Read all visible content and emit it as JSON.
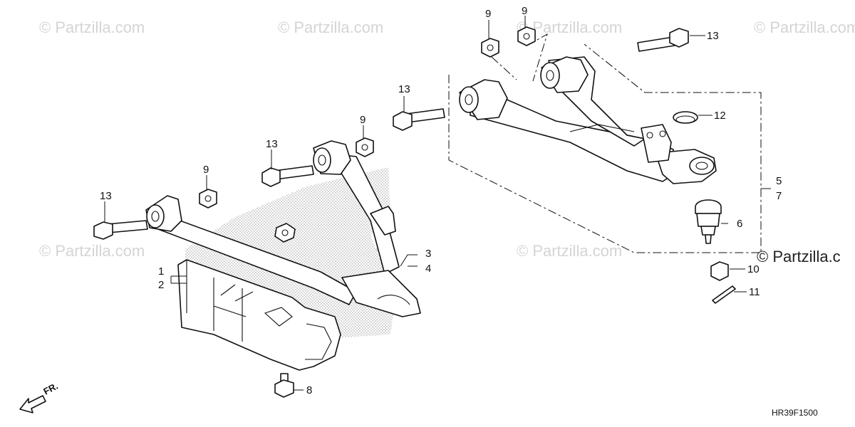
{
  "watermark": {
    "text": "© Partzilla.com",
    "corner_text": "© Partzilla.c"
  },
  "diagram_code": "HR39F1500",
  "front_marker": "FR.",
  "callouts": {
    "c1": "1",
    "c2": "2",
    "c3": "3",
    "c4": "4",
    "c5": "5",
    "c6": "6",
    "c7": "7",
    "c8": "8",
    "c9a": "9",
    "c9b": "9",
    "c9c": "9",
    "c9d": "9",
    "c10": "10",
    "c11": "11",
    "c12": "12",
    "c13a": "13",
    "c13b": "13",
    "c13c": "13",
    "c13d": "13"
  }
}
